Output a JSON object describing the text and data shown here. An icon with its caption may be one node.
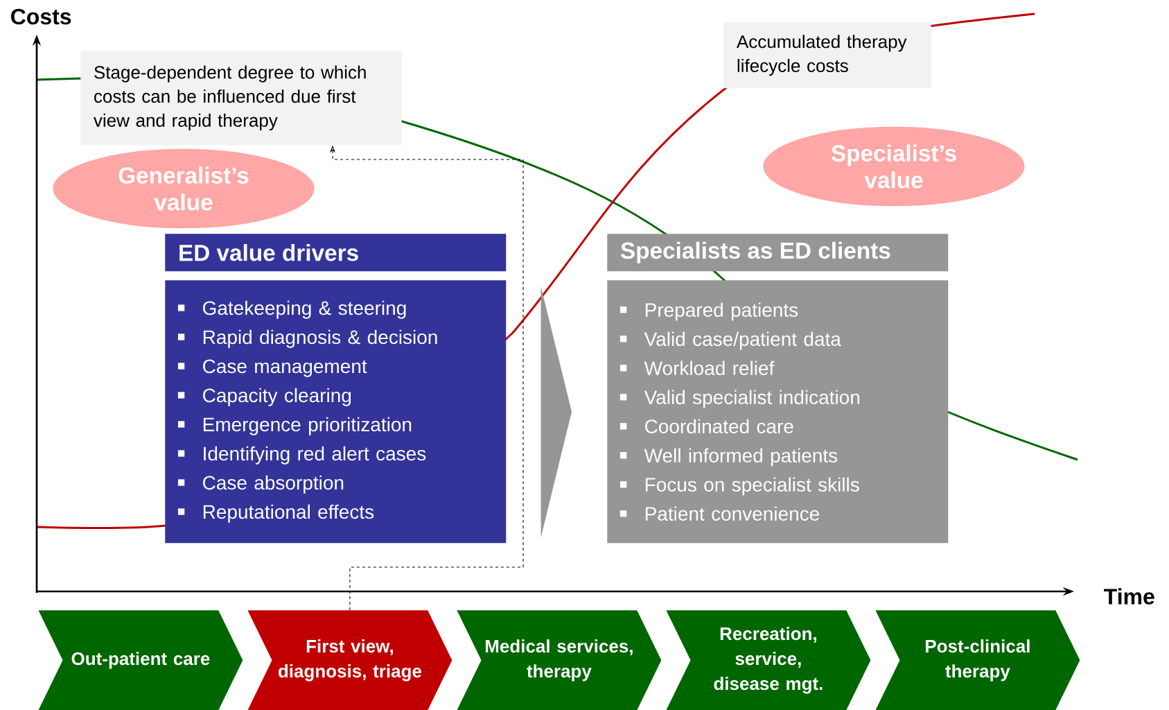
{
  "diagram": {
    "nodes": [
      {
        "text": [
          "Stage-dependent degree to which costs can be influenced due first view and rapid therapy"
        ]
      },
      {
        "text": [
          "Accumulated therapy lifecycle costs"
        ]
      },
      {
        "text": [
          "ED value drivers",
          "Gatekeeping & steering",
          "Rapid diagnosis & decision",
          "Case management",
          "Capacity clearing",
          "Emergence prioritization",
          "Identifying red alert cases",
          "Case absorption",
          "Reputational effects"
        ]
      },
      {
        "text": [
          "Generalist’s value"
        ]
      },
      {
        "text": [
          "Specialists as ED clients",
          "Prepared patients",
          "Valid case/patient data",
          "Workload relief",
          "Valid specialist indication",
          "Coordinated care",
          "Well informed patients",
          "Focus on specialist skills",
          "Patient convenience"
        ]
      },
      {
        "text": [
          "Specialist’s value"
        ]
      },
      {
        "text": [
          "Out-patient care"
        ]
      },
      {
        "text": [
          "First view, diagnosis, triage"
        ]
      },
      {
        "text": [
          "Medical services, therapy"
        ]
      },
      {
        "text": [
          "Recreation, service, disease mgt."
        ]
      },
      {
        "text": [
          "Post-clinical therapy"
        ]
      }
    ],
    "edges": [
      {
        "from": 2,
        "to": 4,
        "arrow": "to"
      },
      {
        "from": 7,
        "to": 0,
        "arrow": "to",
        "style": "dashed"
      }
    ],
    "labels": [
      "Costs",
      "Time"
    ]
  }
}
